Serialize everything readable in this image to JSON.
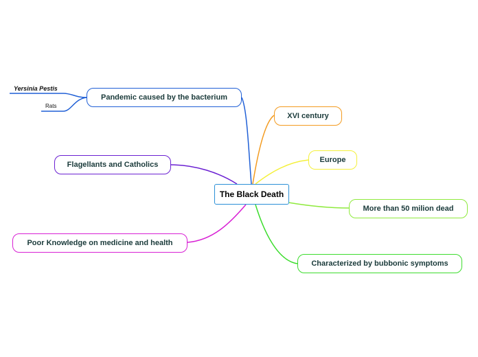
{
  "center": {
    "label": "The Black Death"
  },
  "branches": {
    "pandemic": {
      "label": "Pandemic caused by the bacterium",
      "color": "#1f5fd6"
    },
    "century": {
      "label": "XVI century",
      "color": "#f39a1e"
    },
    "europe": {
      "label": "Europe",
      "color": "#f4f03a"
    },
    "dead": {
      "label": "More than 50 milion dead",
      "color": "#8eea3c"
    },
    "bubbonic": {
      "label": "Characterized by bubbonic symptoms",
      "color": "#3bdc2c"
    },
    "flagellants": {
      "label": "Flagellants and Catholics",
      "color": "#6a1fd2"
    },
    "knowledge": {
      "label": "Poor Knowledge on medicine and health",
      "color": "#d81fd4"
    }
  },
  "leaves": {
    "yersinia": {
      "label": "Yersinia Pestis"
    },
    "rats": {
      "label": "Rats"
    }
  }
}
